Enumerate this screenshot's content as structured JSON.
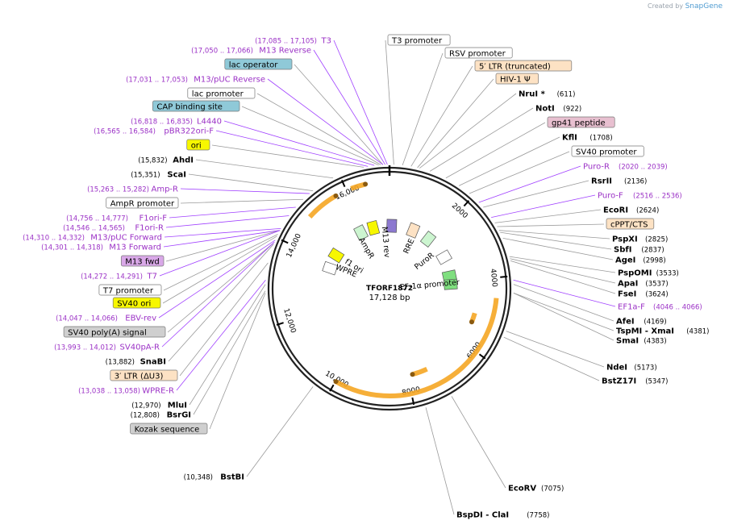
{
  "branding": {
    "created_by": "Created by",
    "app": "SnapGene"
  },
  "plasmid": {
    "name": "TFORF1872",
    "length": "17,128 bp",
    "total": 17128
  },
  "colors": {
    "backbone": "#222222",
    "enzyme": "#000000",
    "primer": "#9b31c6",
    "primer_line": "#a040ff",
    "feature_orange": "#f5a623",
    "feature_line": "#9a9a9a"
  },
  "ticks": [
    {
      "pos": 2000,
      "label": "2000"
    },
    {
      "pos": 4000,
      "label": "4000"
    },
    {
      "pos": 6000,
      "label": "6000"
    },
    {
      "pos": 8000,
      "label": "8000"
    },
    {
      "pos": 10000,
      "label": "10,000"
    },
    {
      "pos": 12000,
      "label": "12,000"
    },
    {
      "pos": 14000,
      "label": "14,000"
    },
    {
      "pos": 16000,
      "label": "16,000"
    }
  ],
  "right_labels": [
    {
      "id": "t3-promoter",
      "kind": "feature",
      "name": "T3 promoter",
      "bg": "#ffffff"
    },
    {
      "id": "rsv-promoter",
      "kind": "feature",
      "name": "RSV promoter",
      "bg": "#ffffff"
    },
    {
      "id": "5ltr",
      "kind": "feature",
      "name": "5′ LTR (truncated)",
      "bg": "#fde2c4"
    },
    {
      "id": "hiv1-psi",
      "kind": "feature",
      "name": "HIV-1 Ψ",
      "bg": "#fde2c4"
    },
    {
      "id": "nrui",
      "kind": "enzyme",
      "name": "NruI *",
      "pos": "(611)"
    },
    {
      "id": "noti",
      "kind": "enzyme",
      "name": "NotI",
      "pos": "(922)"
    },
    {
      "id": "gp41",
      "kind": "feature",
      "name": "gp41 peptide",
      "bg": "#e8c0d0"
    },
    {
      "id": "kfli",
      "kind": "enzyme",
      "name": "KflI",
      "pos": "(1708)"
    },
    {
      "id": "sv40-promoter",
      "kind": "feature",
      "name": "SV40 promoter",
      "bg": "#ffffff"
    },
    {
      "id": "puro-r",
      "kind": "primer",
      "name": "Puro-R",
      "pos": "(2020 .. 2039)"
    },
    {
      "id": "rsrii",
      "kind": "enzyme",
      "name": "RsrII",
      "pos": "(2136)"
    },
    {
      "id": "puro-f",
      "kind": "primer",
      "name": "Puro-F",
      "pos": "(2516 .. 2536)"
    },
    {
      "id": "ecori",
      "kind": "enzyme",
      "name": "EcoRI",
      "pos": "(2624)"
    },
    {
      "id": "cppt",
      "kind": "feature",
      "name": "cPPT/CTS",
      "bg": "#fde2c4"
    },
    {
      "id": "pspxi",
      "kind": "enzyme",
      "name": "PspXI",
      "pos": "(2825)"
    },
    {
      "id": "sbfi",
      "kind": "enzyme",
      "name": "SbfI",
      "pos": "(2837)"
    },
    {
      "id": "agei",
      "kind": "enzyme",
      "name": "AgeI",
      "pos": "(2998)"
    },
    {
      "id": "pspomi",
      "kind": "enzyme",
      "name": "PspOMI",
      "pos": "(3533)"
    },
    {
      "id": "apai",
      "kind": "enzyme",
      "name": "ApaI",
      "pos": "(3537)"
    },
    {
      "id": "fsei",
      "kind": "enzyme",
      "name": "FseI",
      "pos": "(3624)"
    },
    {
      "id": "ef1a-f",
      "kind": "primer",
      "name": "EF1a-F",
      "pos": "(4046 .. 4066)"
    },
    {
      "id": "afei",
      "kind": "enzyme",
      "name": "AfeI",
      "pos": "(4169)"
    },
    {
      "id": "tspmi",
      "kind": "enzyme",
      "name": "TspMI - XmaI",
      "pos": "(4381)"
    },
    {
      "id": "smai",
      "kind": "enzyme",
      "name": "SmaI",
      "pos": "(4383)"
    },
    {
      "id": "ndei",
      "kind": "enzyme",
      "name": "NdeI",
      "pos": "(5173)"
    },
    {
      "id": "bstz17i",
      "kind": "enzyme",
      "name": "BstZ17I",
      "pos": "(5347)"
    },
    {
      "id": "ecorv",
      "kind": "enzyme",
      "name": "EcoRV",
      "pos": "(7075)"
    },
    {
      "id": "bspdi",
      "kind": "enzyme",
      "name": "BspDI - ClaI",
      "pos": "(7758)"
    }
  ],
  "left_labels": [
    {
      "id": "t3",
      "kind": "primer",
      "name": "T3",
      "pos": "(17,085 .. 17,105)"
    },
    {
      "id": "m13-reverse",
      "kind": "primer",
      "name": "M13 Reverse",
      "pos": "(17,050 .. 17,066)"
    },
    {
      "id": "lac-operator",
      "kind": "feature",
      "name": "lac operator",
      "bg": "#8fc9d8"
    },
    {
      "id": "m13-puc-reverse",
      "kind": "primer",
      "name": "M13/pUC Reverse",
      "pos": "(17,031 .. 17,053)"
    },
    {
      "id": "lac-promoter",
      "kind": "feature",
      "name": "lac promoter",
      "bg": "#ffffff"
    },
    {
      "id": "cap-site",
      "kind": "feature",
      "name": "CAP binding site",
      "bg": "#8fc9d8"
    },
    {
      "id": "l4440",
      "kind": "primer",
      "name": "L4440",
      "pos": "(16,818 .. 16,835)"
    },
    {
      "id": "pbr322ori-f",
      "kind": "primer",
      "name": "pBR322ori-F",
      "pos": "(16,565 .. 16,584)"
    },
    {
      "id": "ori",
      "kind": "feature",
      "name": "ori",
      "bg": "#f7f700"
    },
    {
      "id": "ahdi",
      "kind": "enzyme",
      "name": "AhdI",
      "pos": "(15,832)"
    },
    {
      "id": "scai",
      "kind": "enzyme",
      "name": "ScaI",
      "pos": "(15,351)"
    },
    {
      "id": "amp-r",
      "kind": "primer",
      "name": "Amp-R",
      "pos": "(15,263 .. 15,282)"
    },
    {
      "id": "ampr-promoter",
      "kind": "feature",
      "name": "AmpR promoter",
      "bg": "#ffffff"
    },
    {
      "id": "f1ori-f",
      "kind": "primer",
      "name": "F1ori-F",
      "pos": "(14,756 .. 14,777)"
    },
    {
      "id": "f1ori-r",
      "kind": "primer",
      "name": "F1ori-R",
      "pos": "(14,546 .. 14,565)"
    },
    {
      "id": "m13-puc-forward",
      "kind": "primer",
      "name": "M13/pUC Forward",
      "pos": "(14,310 .. 14,332)"
    },
    {
      "id": "m13-forward",
      "kind": "primer",
      "name": "M13 Forward",
      "pos": "(14,301 .. 14,318)"
    },
    {
      "id": "m13-fwd",
      "kind": "feature",
      "name": "M13 fwd",
      "bg": "#d9a8e8"
    },
    {
      "id": "t7",
      "kind": "primer",
      "name": "T7",
      "pos": "(14,272 .. 14,291)"
    },
    {
      "id": "t7-promoter",
      "kind": "feature",
      "name": "T7 promoter",
      "bg": "#ffffff"
    },
    {
      "id": "sv40-ori",
      "kind": "feature",
      "name": "SV40 ori",
      "bg": "#f7f700"
    },
    {
      "id": "ebv-rev",
      "kind": "primer",
      "name": "EBV-rev",
      "pos": "(14,047 .. 14,066)"
    },
    {
      "id": "sv40-polya",
      "kind": "feature",
      "name": "SV40 poly(A) signal",
      "bg": "#cfcfcf"
    },
    {
      "id": "sv40pa-r",
      "kind": "primer",
      "name": "SV40pA-R",
      "pos": "(13,993 .. 14,012)"
    },
    {
      "id": "snabi",
      "kind": "enzyme",
      "name": "SnaBI",
      "pos": "(13,882)"
    },
    {
      "id": "3ltr",
      "kind": "feature",
      "name": "3′ LTR (ΔU3)",
      "bg": "#fde2c4"
    },
    {
      "id": "wpre-r",
      "kind": "primer",
      "name": "WPRE-R",
      "pos": "(13,038 .. 13,058)"
    },
    {
      "id": "mlui",
      "kind": "enzyme",
      "name": "MluI",
      "pos": "(12,970)"
    },
    {
      "id": "bsrgi",
      "kind": "enzyme",
      "name": "BsrGI",
      "pos": "(12,808)"
    },
    {
      "id": "kozak",
      "kind": "feature",
      "name": "Kozak sequence",
      "bg": "#cfcfcf"
    },
    {
      "id": "bstbi",
      "kind": "enzyme",
      "name": "BstBI",
      "pos": "(10,348)"
    }
  ],
  "inner_labels": [
    {
      "id": "ampr",
      "name": "AmpR"
    },
    {
      "id": "m13rev",
      "name": "M13 rev"
    },
    {
      "id": "rre",
      "name": "RRE"
    },
    {
      "id": "puror",
      "name": "PuroR"
    },
    {
      "id": "ef1a",
      "name": "EF-1α promoter"
    },
    {
      "id": "wpre",
      "name": "WPRE"
    },
    {
      "id": "f1ori",
      "name": "f1 ori"
    }
  ]
}
